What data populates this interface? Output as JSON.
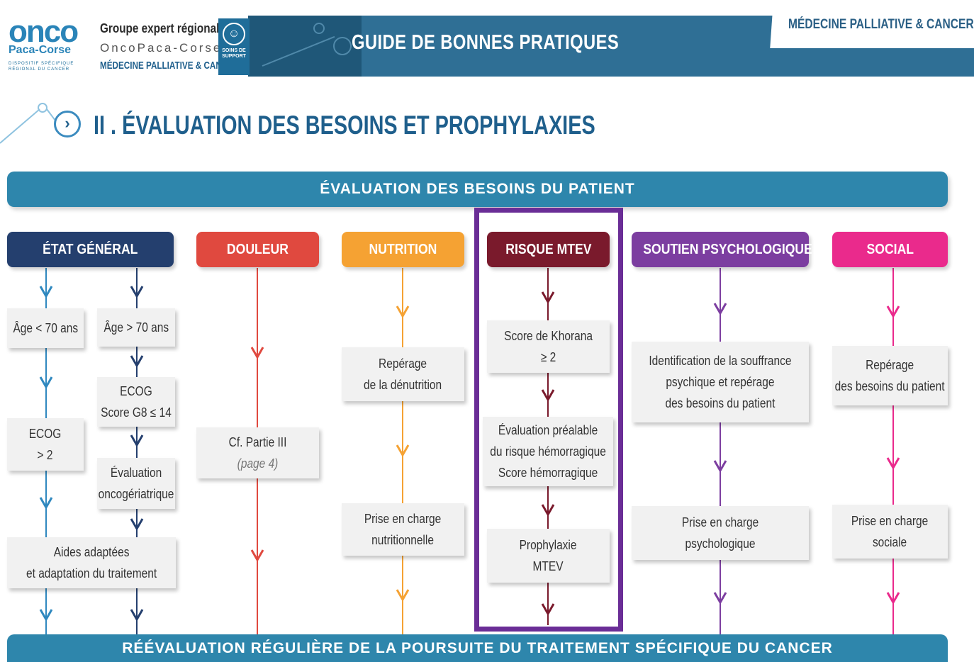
{
  "header": {
    "logo_brand": "onco",
    "logo_region": "Paca-Corse",
    "logo_subtext": "DISPOSITIF SPÉCIFIQUE RÉGIONAL DU CANCER",
    "group_line1": "Groupe expert régional",
    "group_line2": "OncoPaca-Corse",
    "group_line3": "MÉDECINE PALLIATIVE & CANCER",
    "badge_text": "SOINS DE SUPPORT",
    "guide_title": "GUIDE DE BONNES PRATIQUES",
    "tag": "MÉDECINE PALLIATIVE & CANCER"
  },
  "section": {
    "title": "II . ÉVALUATION DES BESOINS ET PROPHYLAXIES"
  },
  "main_bar": "ÉVALUATION DES BESOINS DU PATIENT",
  "bottom_bar": "RÉÉVALUATION RÉGULIÈRE DE LA POURSUITE DU TRAITEMENT SPÉCIFIQUE DU CANCER",
  "colors": {
    "etat_general": "#243f6e",
    "douleur": "#e0493f",
    "nutrition": "#f5a233",
    "risque_mtev": "#7a1a2c",
    "soutien": "#7c3ea0",
    "social": "#ea2a8c",
    "bar": "#2e86ac",
    "highlight": "#6a2d96"
  },
  "columns": {
    "etat_general": {
      "header": "ÉTAT GÉNÉRAL",
      "age_lt70": "Âge < 70 ans",
      "age_gt70": "Âge > 70 ans",
      "ecog_line1": "ECOG",
      "ecog_line2": "> 2",
      "g8_line1": "ECOG",
      "g8_line2": "Score G8 ≤ 14",
      "eval_line1": "Évaluation",
      "eval_line2": "oncogériatrique",
      "aides_line1": "Aides adaptées",
      "aides_line2": "et adaptation du traitement"
    },
    "douleur": {
      "header": "DOULEUR",
      "box_line1": "Cf. Partie III",
      "box_line2": "(page 4)"
    },
    "nutrition": {
      "header": "NUTRITION",
      "box1_line1": "Repérage",
      "box1_line2": "de la dénutrition",
      "box2_line1": "Prise en charge",
      "box2_line2": "nutritionnelle"
    },
    "risque_mtev": {
      "header": "RISQUE MTEV",
      "box1_line1": "Score de Khorana",
      "box1_line2": "≥ 2",
      "box2_line1": "Évaluation préalable",
      "box2_line2": "du risque hémorragique",
      "box2_line3": "Score hémorragique",
      "box3_line1": "Prophylaxie",
      "box3_line2": "MTEV"
    },
    "soutien": {
      "header": "SOUTIEN PSYCHOLOGIQUE",
      "box1_line1": "Identification de la souffrance",
      "box1_line2": "psychique et repérage",
      "box1_line3": "des besoins du patient",
      "box2_line1": "Prise en charge",
      "box2_line2": "psychologique"
    },
    "social": {
      "header": "SOCIAL",
      "box1_line1": "Repérage",
      "box1_line2": "des besoins du patient",
      "box2_line1": "Prise en charge",
      "box2_line2": "sociale"
    }
  }
}
